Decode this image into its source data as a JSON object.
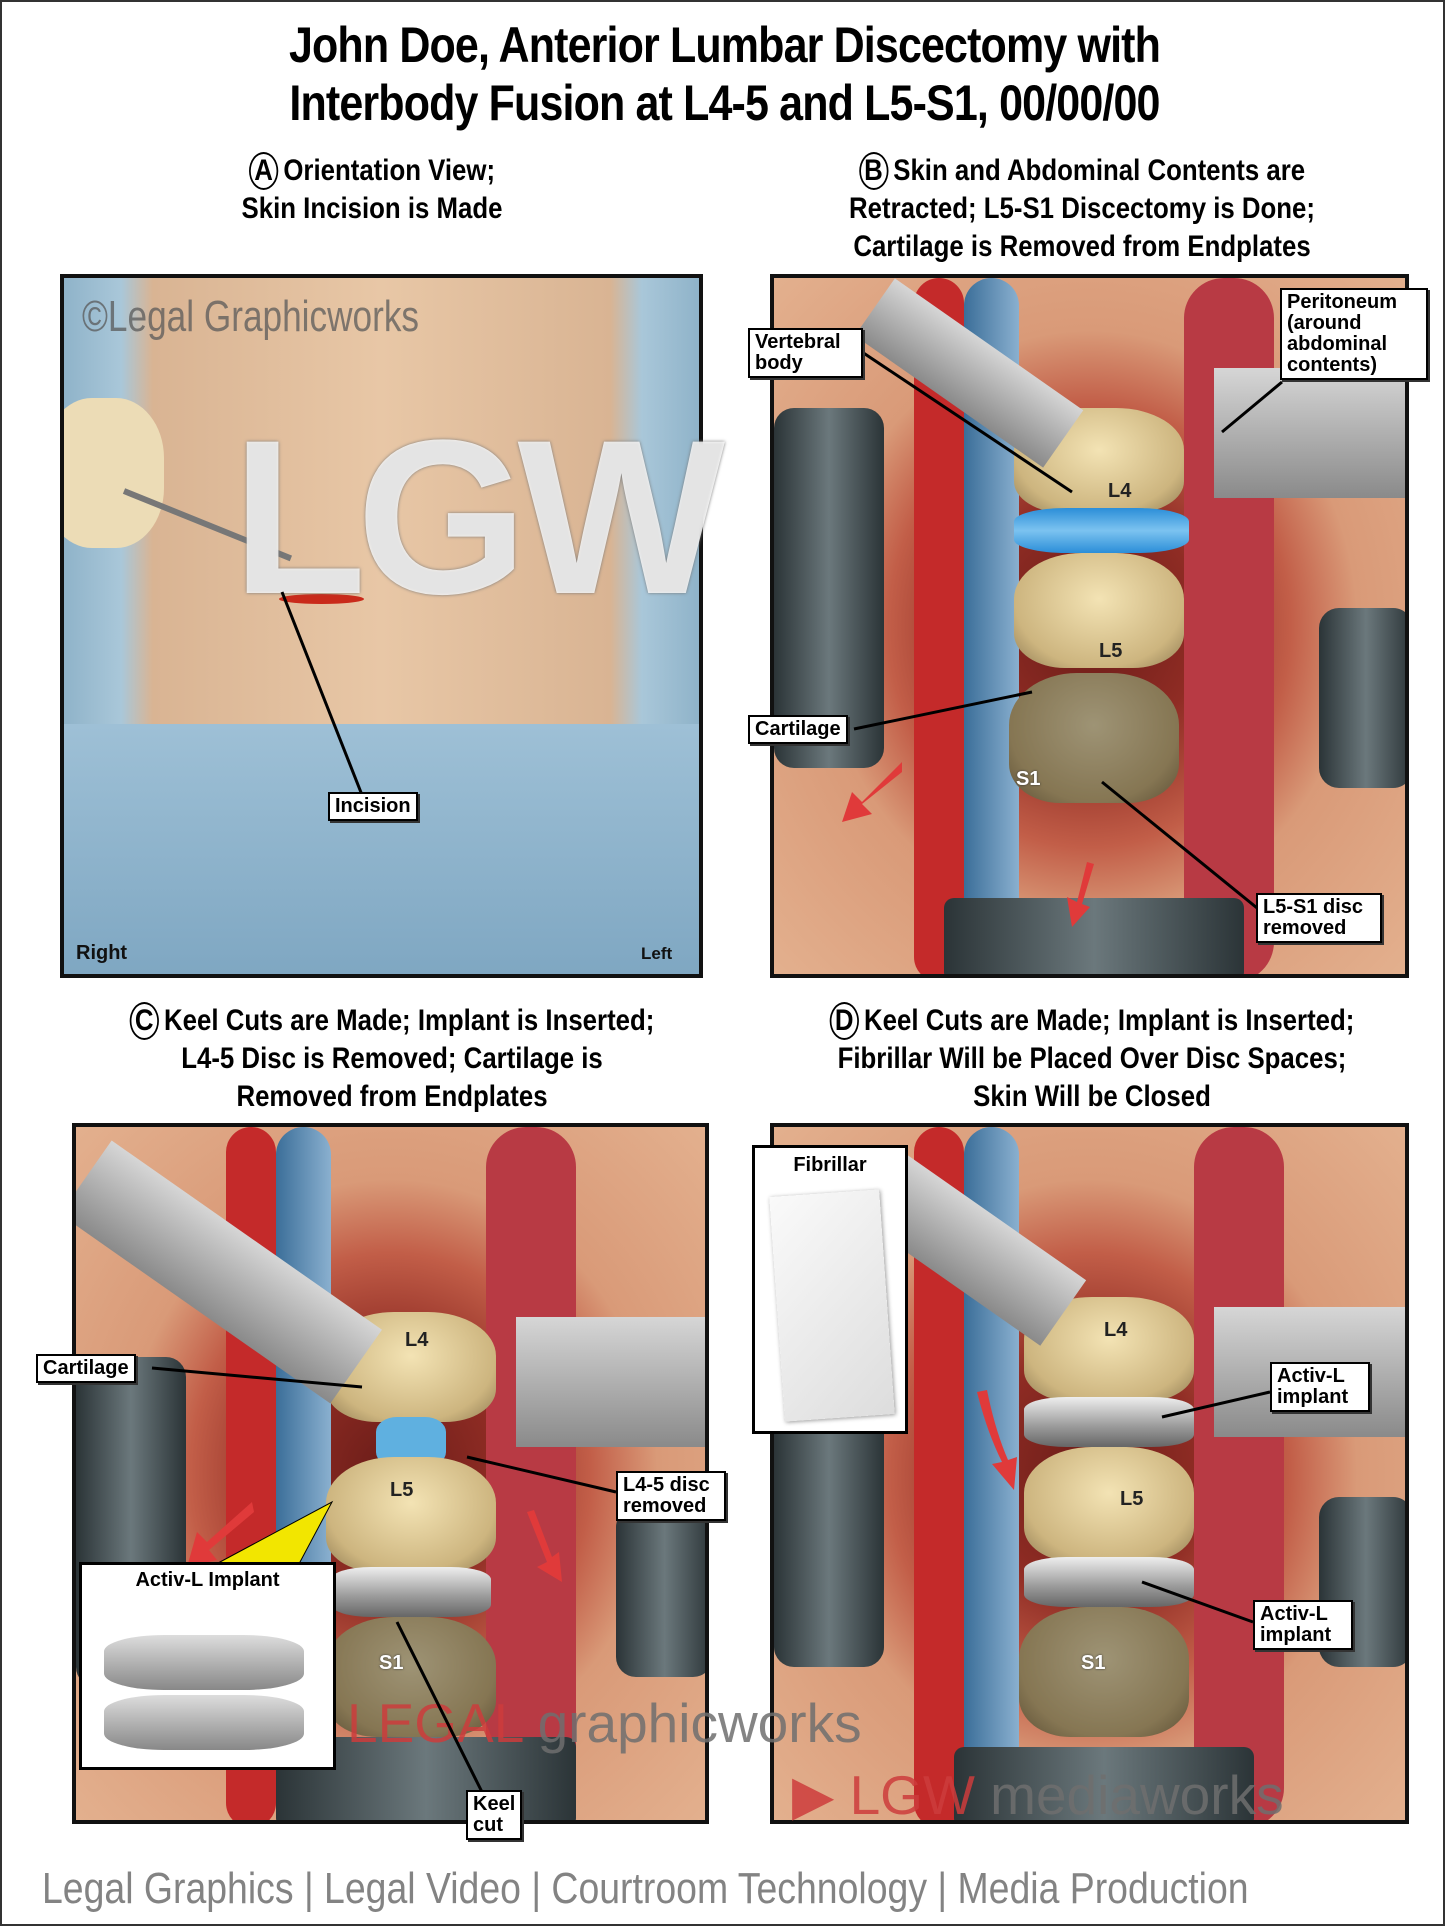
{
  "title": {
    "line1": "John Doe, Anterior Lumbar Discectomy with",
    "line2": "Interbody Fusion at L4-5 and L5-S1, 00/00/00"
  },
  "panels": {
    "a": {
      "letter": "A",
      "heading1": "Orientation View;",
      "heading2": "Skin Incision is Made",
      "labels": {
        "incision": "Incision",
        "right": "Right",
        "left": "Left"
      }
    },
    "b": {
      "letter": "B",
      "heading1": "Skin and Abdominal Contents are",
      "heading2": "Retracted; L5-S1 Discectomy is Done;",
      "heading3": "Cartilage is Removed from Endplates",
      "labels": {
        "vertebral_body": "Vertebral body",
        "peritoneum": "Peritoneum (around abdominal contents)",
        "l4": "L4",
        "l5": "L5",
        "s1": "S1",
        "cartilage": "Cartilage",
        "disc_removed": "L5-S1 disc removed"
      }
    },
    "c": {
      "letter": "C",
      "heading1": "Keel Cuts are Made; Implant is Inserted;",
      "heading2": "L4-5 Disc is Removed; Cartilage is",
      "heading3": "Removed from Endplates",
      "labels": {
        "cartilage": "Cartilage",
        "l4": "L4",
        "l5": "L5",
        "s1": "S1",
        "disc_removed": "L4-5 disc removed",
        "keel_cut": "Keel cut",
        "inset_title": "Activ-L Implant"
      }
    },
    "d": {
      "letter": "D",
      "heading1": "Keel Cuts are Made; Implant is Inserted;",
      "heading2": "Fibrillar Will be Placed Over Disc Spaces;",
      "heading3": "Skin Will be Closed",
      "labels": {
        "fibrillar": "Fibrillar",
        "l4": "L4",
        "l5": "L5",
        "s1": "S1",
        "implant_upper": "Activ-L implant",
        "implant_lower": "Activ-L implant"
      }
    }
  },
  "watermarks": {
    "repeat": "©Legal Graphicworks",
    "big": "LGW",
    "brand_left_red": "LEGAL",
    "brand_left_grey": "graphicworks",
    "brand_right_red": "LGW",
    "brand_right_grey": "mediaworks",
    "footer": "Legal Graphics | Legal Video | Courtroom Technology | Media Production"
  },
  "colors": {
    "disc_blue": "#2b8ed8",
    "incision_red": "#c92a1a",
    "arrow_red": "#e03a3a",
    "pointer_yellow": "#f2e600"
  }
}
